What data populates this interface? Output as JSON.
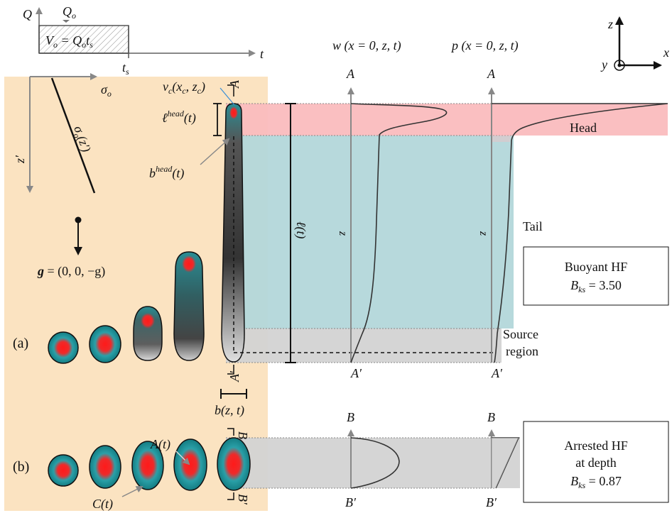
{
  "injection": {
    "q_axis": "Q",
    "rate": "Q",
    "rate_sub": "o",
    "volume": "V",
    "volume_sub": "o",
    "volume_eq": " = Q",
    "volume_eq_sub": "o",
    "volume_t": "t",
    "time_axis": "t",
    "stop": "t",
    "stop_sub": "s"
  },
  "axes3d": {
    "z": "z",
    "x": "x",
    "y": "y"
  },
  "stress": {
    "sigma": "σ",
    "sigma_sub": "o",
    "zprime": "z′",
    "sigma_line": "σ",
    "sigma_line_sub": "o",
    "sigma_line_arg": "(z′)"
  },
  "gravity": {
    "g": "g",
    "eq": " = (0, 0, −g)"
  },
  "buoyant": {
    "label": "(a)",
    "vc": "v",
    "vc_sub": "c",
    "vc_arg_open": "(x",
    "vc_arg_x_sub": "c",
    "vc_arg_mid": ", z",
    "vc_arg_z_sub": "c",
    "vc_arg_close": ")",
    "head_length": "ℓ",
    "head_length_sup": "head",
    "head_length_arg": "(t)",
    "head_breadth": "b",
    "head_breadth_sup": "head",
    "head_breadth_arg": "(t)",
    "total_length": "ℓ(t)",
    "breadth": "b(z, t)",
    "A": "A",
    "A_prime": "A′"
  },
  "profiles": {
    "w_title": "w (x = 0, z, t)",
    "p_title": "p (x = 0, z, t)",
    "z_label": "z",
    "A": "A",
    "A_prime": "A′",
    "B": "B",
    "B_prime": "B′"
  },
  "regions": {
    "head": "Head",
    "tail": "Tail",
    "source_1": "Source",
    "source_2": "region"
  },
  "box_buoyant": {
    "line1": "Buoyant HF",
    "b": "B",
    "b_sub": "ks",
    "value": " = 3.50"
  },
  "arrested": {
    "label": "(b)",
    "area": "A(t)",
    "contour": "C(t)",
    "B": "B",
    "B_prime": "B′"
  },
  "box_arrested": {
    "line1": "Arrested HF",
    "line2": "at depth",
    "b": "B",
    "b_sub": "ks",
    "value": " = 0.87"
  },
  "colors": {
    "background_panel": "#fbe3c1",
    "head_band": "#fabcbe",
    "tail_band": "#b3d7da",
    "source_band": "#d3d3d3",
    "arrested_band": "#d3d3d3",
    "fracture_core": "#ff1a1a",
    "fracture_rim": "#1a8e96"
  }
}
